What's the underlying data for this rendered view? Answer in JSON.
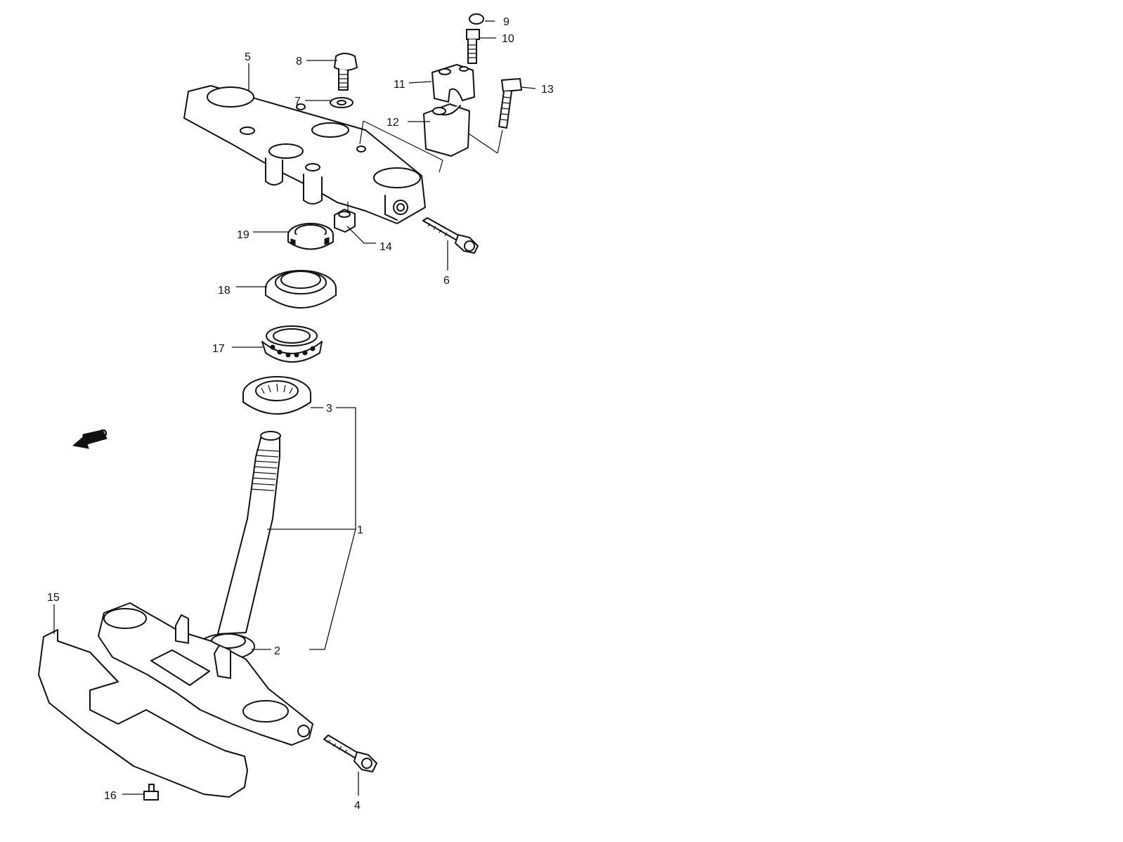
{
  "diagram": {
    "fwd_label": "FWD",
    "callouts": {
      "c1": "1",
      "c2": "2",
      "c3": "3",
      "c4": "4",
      "c5": "5",
      "c6": "6",
      "c7": "7",
      "c8": "8",
      "c9": "9",
      "c10": "10",
      "c11": "11",
      "c12": "12",
      "c13": "13",
      "c14": "14",
      "c15": "15",
      "c16": "16",
      "c17": "17",
      "c18": "18",
      "c19": "19"
    }
  }
}
